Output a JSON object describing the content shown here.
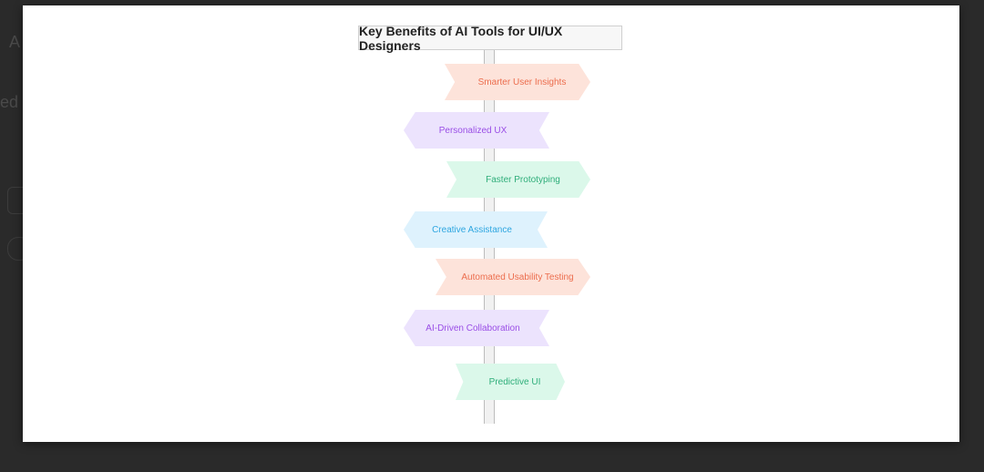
{
  "background": {
    "ghost_texts": [
      "A",
      "ed"
    ]
  },
  "diagram": {
    "title": "Key Benefits of AI Tools for UI/UX Designers",
    "signs": [
      {
        "label": "Smarter User Insights",
        "direction": "right",
        "fill": "#fde3da",
        "text_color": "#ec6d4d"
      },
      {
        "label": "Personalized UX",
        "direction": "left",
        "fill": "#ece3fd",
        "text_color": "#9a4ee6"
      },
      {
        "label": "Faster Prototyping",
        "direction": "right",
        "fill": "#dbf8ea",
        "text_color": "#2fae7a"
      },
      {
        "label": "Creative Assistance",
        "direction": "left",
        "fill": "#def2fd",
        "text_color": "#2ea6e0"
      },
      {
        "label": "Automated Usability Testing",
        "direction": "right",
        "fill": "#fde3da",
        "text_color": "#ec6d4d"
      },
      {
        "label": "AI-Driven Collaboration",
        "direction": "left",
        "fill": "#ece3fd",
        "text_color": "#9a4ee6"
      },
      {
        "label": "Predictive UI",
        "direction": "right",
        "fill": "#dbf8ea",
        "text_color": "#2fae7a"
      }
    ]
  }
}
